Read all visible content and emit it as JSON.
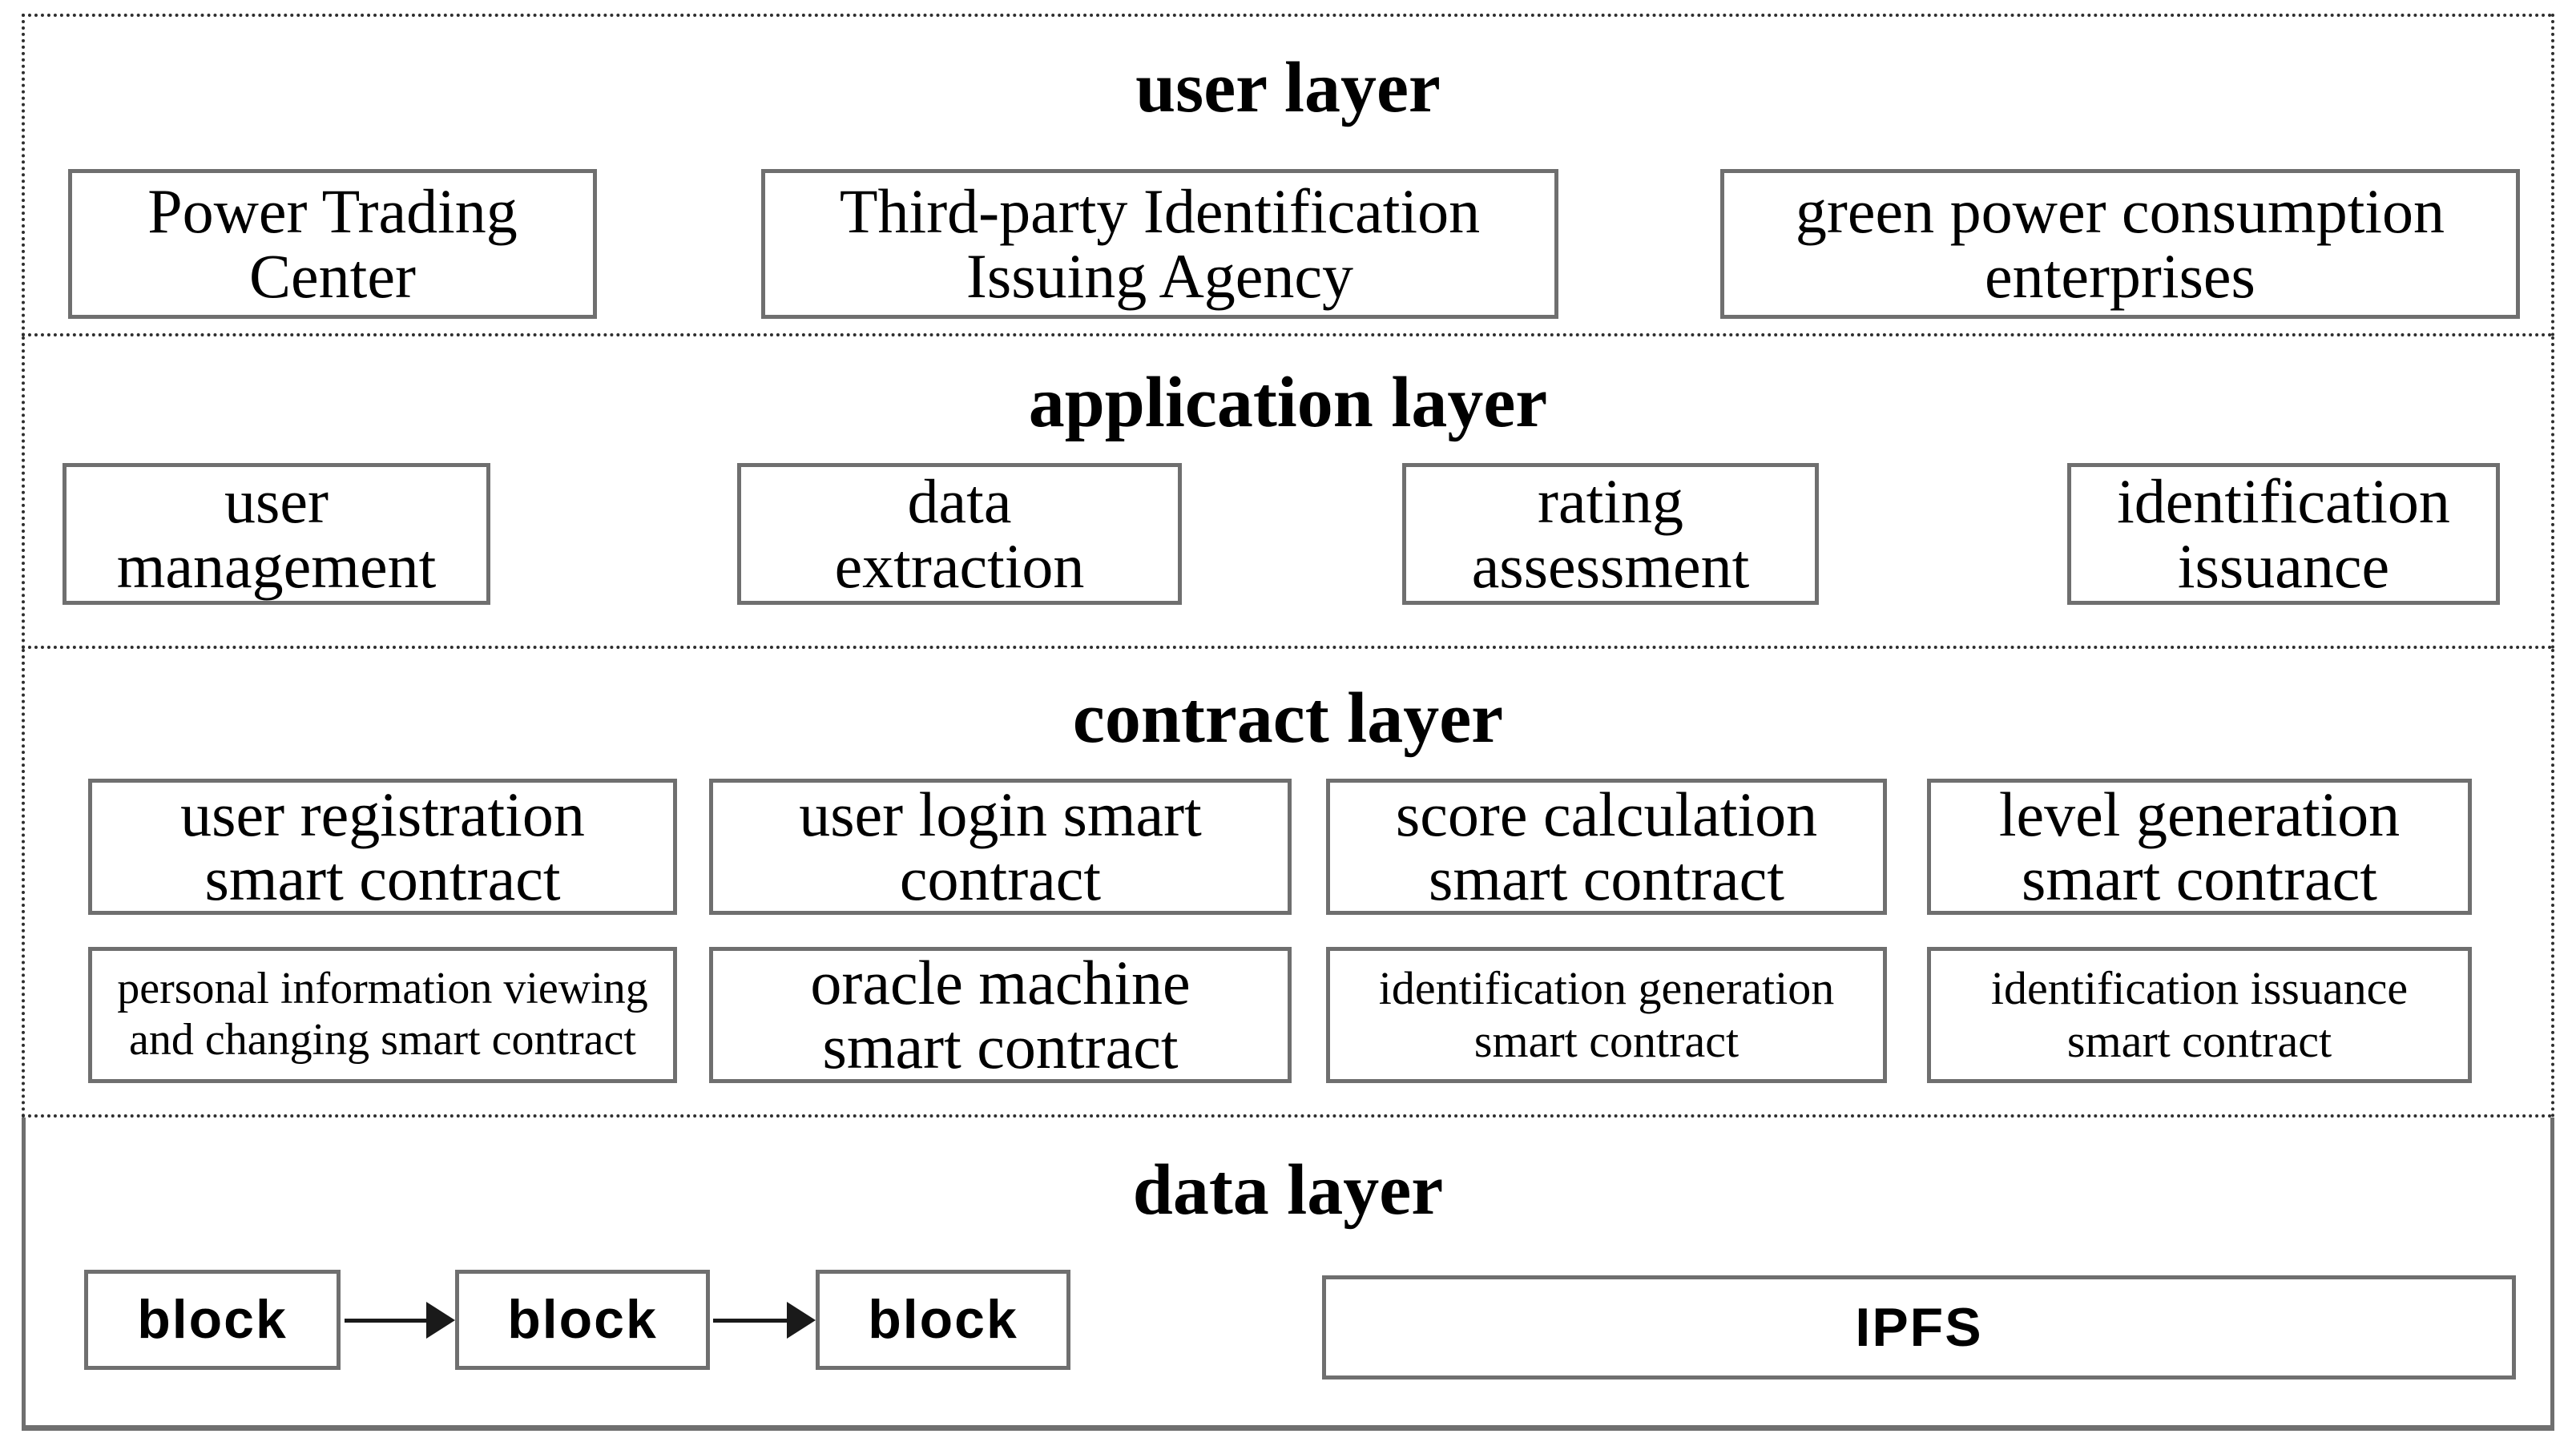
{
  "diagram": {
    "layers": [
      {
        "title": "user layer",
        "boxes": [
          {
            "label": "Power Trading\nCenter"
          },
          {
            "label": "Third-party Identification\nIssuing Agency"
          },
          {
            "label": "green power consumption\nenterprises"
          }
        ]
      },
      {
        "title": "application layer",
        "boxes": [
          {
            "label": "user\nmanagement"
          },
          {
            "label": "data\nextraction"
          },
          {
            "label": "rating\nassessment"
          },
          {
            "label": "identification\nissuance"
          }
        ]
      },
      {
        "title": "contract layer",
        "rows": [
          [
            {
              "label": "user registration\nsmart contract"
            },
            {
              "label": "user login smart\ncontract"
            },
            {
              "label": "score calculation\nsmart contract"
            },
            {
              "label": "level generation\nsmart contract"
            }
          ],
          [
            {
              "label": "personal information viewing\nand changing smart contract"
            },
            {
              "label": "oracle machine\nsmart contract"
            },
            {
              "label": "identification generation\nsmart contract"
            },
            {
              "label": "identification issuance\nsmart contract"
            }
          ]
        ]
      },
      {
        "title": "data layer",
        "blocks": [
          "block",
          "block",
          "block"
        ],
        "storage": "IPFS"
      }
    ],
    "colors": {
      "background": "#ffffff",
      "box_border": "#6f6f6f",
      "dotted_border": "#2e2e2e",
      "text": "#000000",
      "arrow": "#1a1a1a"
    }
  }
}
